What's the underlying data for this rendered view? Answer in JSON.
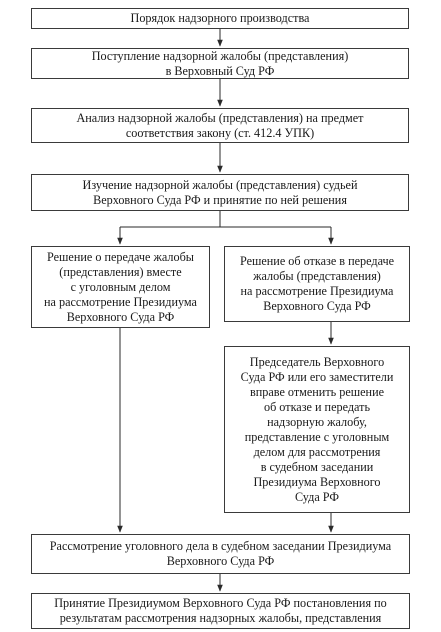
{
  "diagram": {
    "title": "Порядок надзорного производства",
    "step_receipt": "Поступление надзорной жалобы (представления)\nв Верховный Суд РФ",
    "step_analysis": "Анализ надзорной жалобы (представления) на предмет\nсоответствия закону (ст. 412.4 УПК)",
    "step_study": "Изучение надзорной жалобы (представления) судьей\nВерховного Суда РФ и принятие по ней решения",
    "decision_transfer": "Решение о передаче жалобы\n(представления) вместе\nс уголовным делом\nна рассмотрение Президиума\nВерховного Суда РФ",
    "decision_refusal": "Решение об отказе в передаче\nжалобы (представления)\nна рассмотрение Президиума\nВерховного Суда РФ",
    "chairman_right": "Председатель Верховного\nСуда РФ или его заместители\nвправе отменить решение\nоб отказе и передать\nнадзорную жалобу,\nпредставление с уголовным\nделом для рассмотрения\nв судебном заседании\nПрезидиума Верховного\nСуда РФ",
    "step_hearing": "Рассмотрение уголовного дела в судебном заседании Президиума\nВерховного Суда РФ",
    "step_ruling": "Принятие Президиумом Верховного Суда РФ постановления по\nрезультатам рассмотрения надзорных жалобы, представления"
  }
}
